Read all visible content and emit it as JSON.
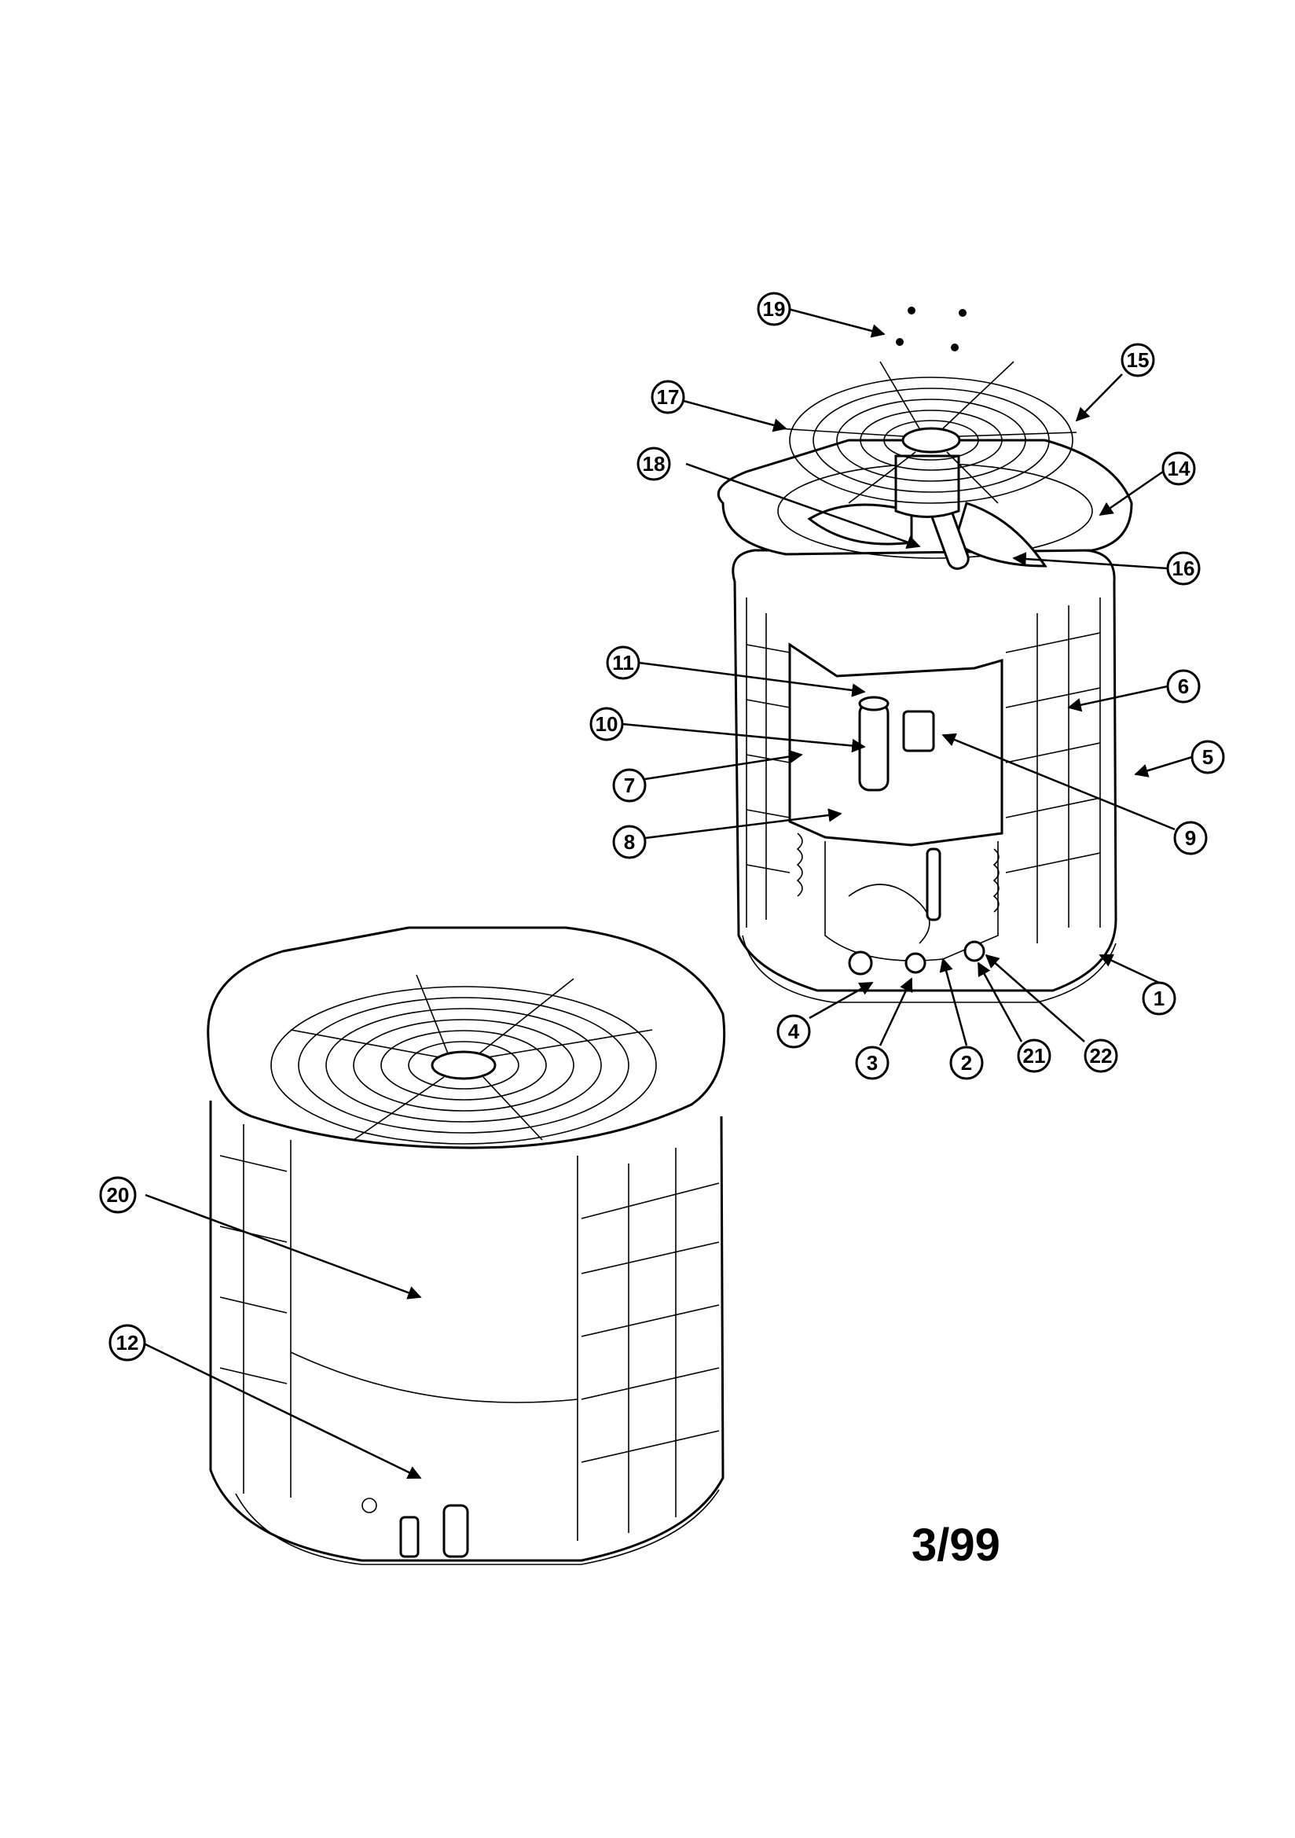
{
  "callouts": [
    {
      "num": "1"
    },
    {
      "num": "2"
    },
    {
      "num": "3"
    },
    {
      "num": "4"
    },
    {
      "num": "5"
    },
    {
      "num": "6"
    },
    {
      "num": "7"
    },
    {
      "num": "8"
    },
    {
      "num": "9"
    },
    {
      "num": "10"
    },
    {
      "num": "11"
    },
    {
      "num": "12"
    },
    {
      "num": "14"
    },
    {
      "num": "15"
    },
    {
      "num": "16"
    },
    {
      "num": "17"
    },
    {
      "num": "18"
    },
    {
      "num": "19"
    },
    {
      "num": "20"
    },
    {
      "num": "21"
    },
    {
      "num": "22"
    }
  ],
  "date_code": "3/99"
}
